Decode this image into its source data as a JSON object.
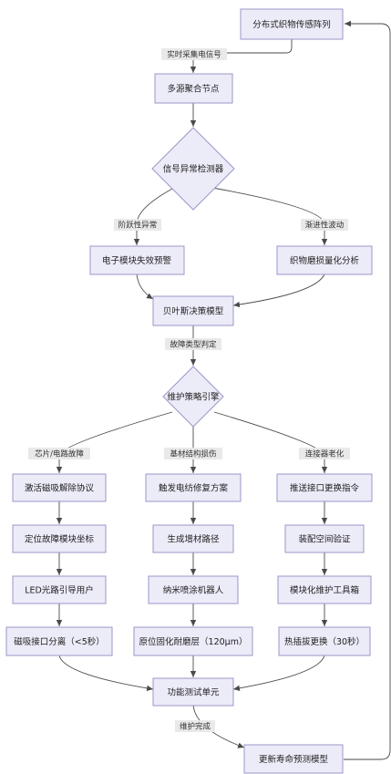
{
  "nodes": {
    "sensor_array": "分布式织物传感阵列",
    "aggregation_node": "多源聚合节点",
    "anomaly_detector": "信号异常检测器",
    "electronic_warning": "电子模块失效预警",
    "wear_analysis": "织物磨损量化分析",
    "bayes_model": "贝叶斯决策模型",
    "strategy_engine": "维护策略引擎",
    "magnetic_unlock": "激活磁吸解除协议",
    "locate_fault": "定位故障模块坐标",
    "led_guide": "LED光路引导用户",
    "magnetic_detach": "磁吸接口分离（<5秒）",
    "repair_plan": "触发电纺修复方案",
    "additive_path": "生成增材路径",
    "spray_robot": "纳米喷涂机器人",
    "insitu_cure": "原位固化耐磨层（120μm）",
    "push_replace": "推送接口更换指令",
    "assembly_verify": "装配空间验证",
    "modular_tools": "模块化维护工具箱",
    "hot_swap": "热插拔更换（30秒）",
    "function_test": "功能测试单元",
    "lifetime_update": "更新寿命预测模型"
  },
  "edge_labels": {
    "realtime": "实时采集电信号",
    "step_anomaly": "阶跃性异常",
    "gradual": "渐进性波动",
    "fault_type": "故障类型判定",
    "chip_fault": "芯片/电路故障",
    "substrate_damage": "基材结构损伤",
    "connector_aging": "连接器老化",
    "maintenance_done": "维护完成"
  },
  "colors": {
    "node_fill": "#ecebf8",
    "node_stroke": "#9b97c9",
    "edge": "#4a4a4a",
    "label_bg": "#e9e9e9"
  }
}
